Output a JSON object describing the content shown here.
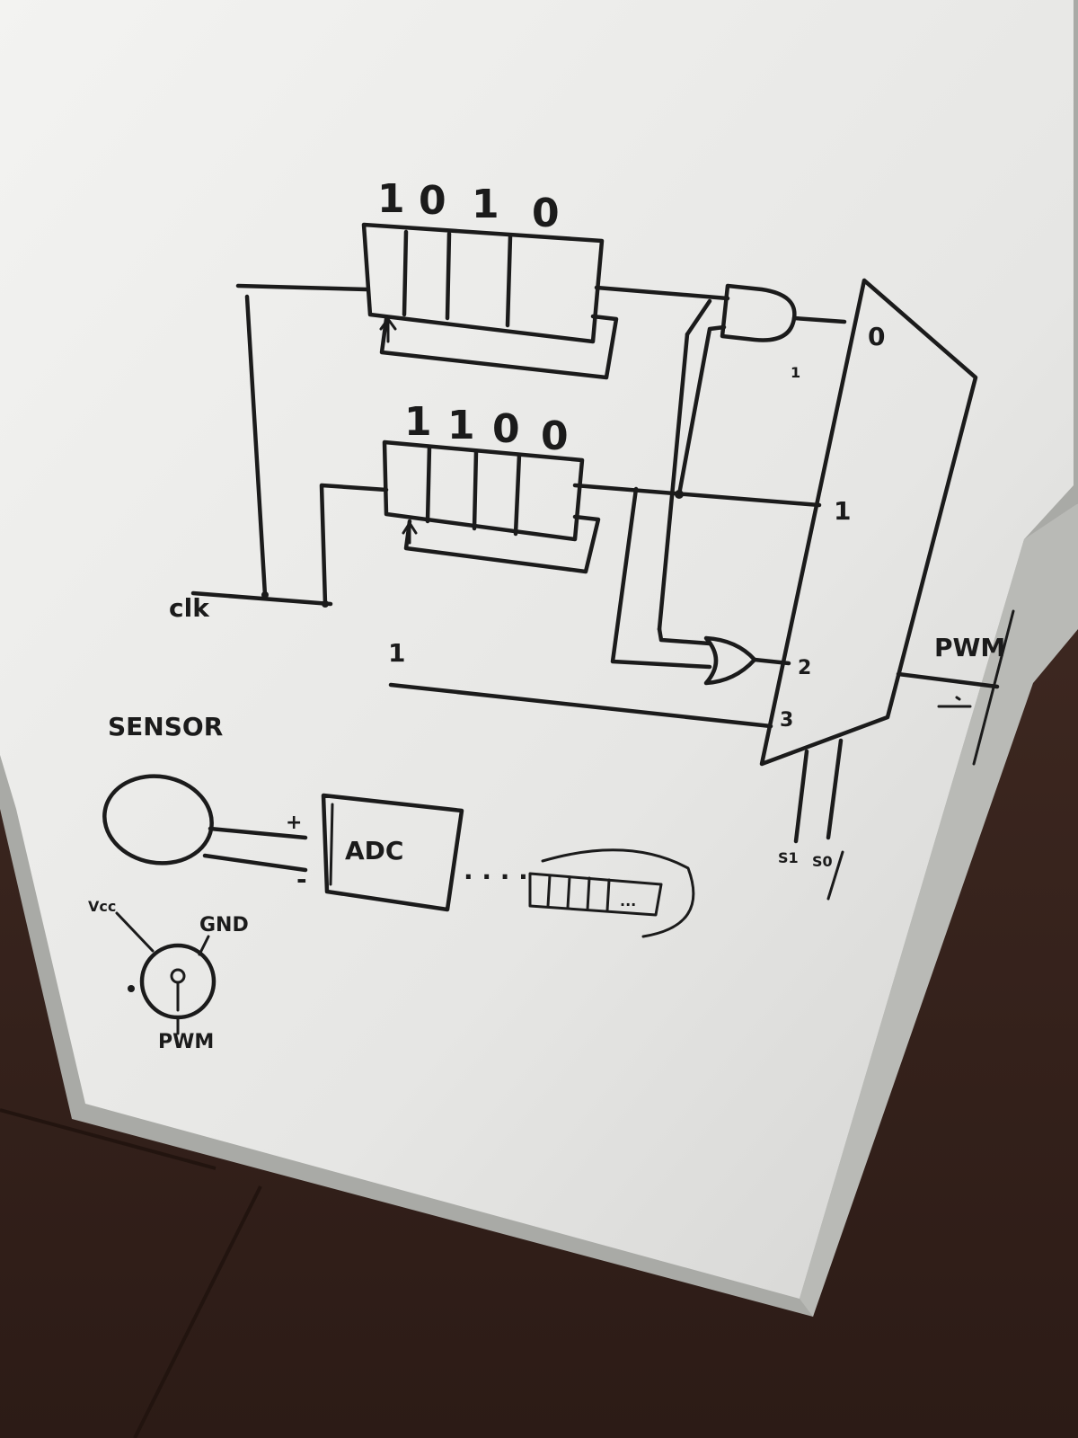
{
  "register_top": {
    "bits": [
      "1",
      "0",
      "1",
      "0"
    ]
  },
  "register_mid": {
    "bits": [
      "1",
      "1",
      "0",
      "0"
    ]
  },
  "labels": {
    "clk": "clk",
    "constant_one": "1",
    "sensor": "SENSOR",
    "adc": "ADC",
    "pwm_out": "PWM",
    "vcc": "Vcc",
    "gnd": "GND",
    "servo_pwm": "PWM",
    "plus": "+",
    "minus": "-",
    "small_one": "1",
    "dots": "· · · ·",
    "buffer_dots": "..."
  },
  "mux": {
    "inputs": [
      "0",
      "1",
      "2",
      "3"
    ],
    "selects": [
      "S1",
      "S0"
    ]
  }
}
